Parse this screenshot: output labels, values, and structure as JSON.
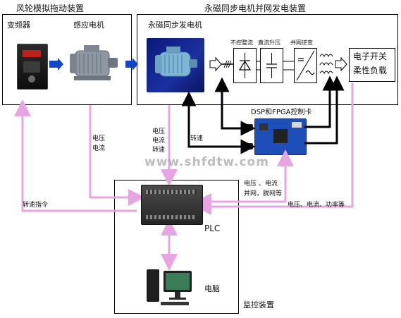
{
  "left_group": {
    "title": "风轮模拟拖动装置",
    "inverter_label": "变频器",
    "induction_motor_label": "感应电机"
  },
  "right_group": {
    "title": "永磁同步电机并网发电装置",
    "pmsg_label": "永磁同步发电机",
    "rectifier_label": "不控整流",
    "chopper_label": "直流升压",
    "inverter_grid_label": "并网逆变",
    "load_label_line1": "电子开关",
    "load_label_line2": "柔性负载"
  },
  "controller": {
    "label": "DSP和FPGA控制卡"
  },
  "signals": {
    "induction_line1": "电压",
    "induction_line2": "电流",
    "pmsg_line1": "电压",
    "pmsg_line2": "电流",
    "pmsg_line3": "转速",
    "speed_label": "转速",
    "dc_line1": "电压 、电流",
    "dc_line2": "并网，脱网等",
    "speed_cmd": "转速指令",
    "grid_meas": "电压、电流、功率等"
  },
  "monitor": {
    "plc_label": "PLC",
    "pc_label": "电脑",
    "title": "监控装置"
  },
  "watermark": "www.shfdtw.com",
  "colors": {
    "pink": "#e7a6e2",
    "blue": "#1245c7",
    "black": "#000000"
  }
}
